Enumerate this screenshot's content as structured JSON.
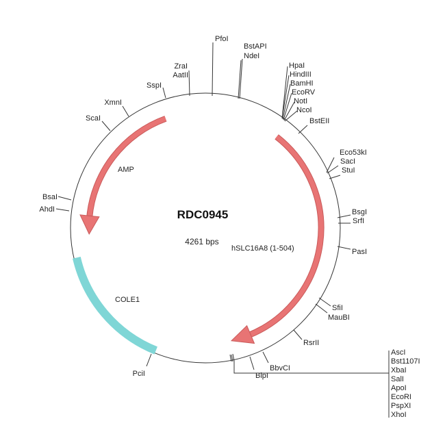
{
  "plasmid": {
    "name": "RDC0945",
    "size": "4261 bps"
  },
  "features": {
    "amp": {
      "label": "AMP",
      "color": "#e87474"
    },
    "hslc": {
      "label": "hSLC16A8 (1-504)",
      "color": "#e87474"
    },
    "cole1": {
      "label": "COLE1",
      "color": "#7fd6d6"
    }
  },
  "sites": {
    "pfoi": "PfoI",
    "bstapi": "BstAPI",
    "ndei": "NdeI",
    "hpai": "HpaI",
    "hindiii": "HindIII",
    "bamhi": "BamHI",
    "ecorv": "EcoRV",
    "noti": "NotI",
    "ncoi": "NcoI",
    "bsteii": "BstEII",
    "eco53ki": "Eco53kI",
    "saci": "SacI",
    "stui": "StuI",
    "bsgi": "BsgI",
    "srfi": "SrfI",
    "pasi": "PasI",
    "sfii": "SfiI",
    "maubi": "MauBI",
    "rsrii": "RsrII",
    "bbvci": "BbvCI",
    "blpi": "BlpI",
    "asci": "AscI",
    "bst1107i": "Bst1107I",
    "xbai": "XbaI",
    "sali": "SalI",
    "apoi": "ApoI",
    "ecori": "EcoRI",
    "pspxi": "PspXI",
    "xhoi": "XhoI",
    "pcii": "PciI",
    "bsai": "BsaI",
    "ahdi": "AhdI",
    "scai": "ScaI",
    "xmni": "XmnI",
    "sspi": "SspI",
    "zrai": "ZraI",
    "aatii": "AatII"
  }
}
